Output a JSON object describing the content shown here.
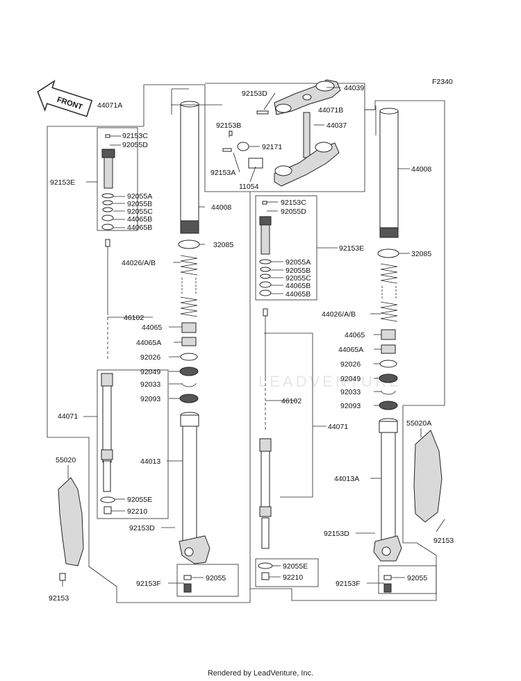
{
  "figure_code": "F2340",
  "front_arrow": "FRONT",
  "watermark": "LEADVENTURE",
  "footer": "Rendered by LeadVenture, Inc.",
  "labels": {
    "l44071A": "44071A",
    "l44071B": "44071B",
    "l92153C_a": "92153C",
    "l92055D_a": "92055D",
    "l92153E_a": "92153E",
    "l92055A_a": "92055A",
    "l92055B_a": "92055B",
    "l92055C_a": "92055C",
    "l44065B_a1": "44065B",
    "l44065B_a2": "44065B",
    "l44008_a": "44008",
    "l32085_a": "32085",
    "l44026_a": "44026/A/B",
    "l46102_a": "46102",
    "l44065_a": "44065",
    "l44065A_a": "44065A",
    "l92026_a": "92026",
    "l92049_a": "92049",
    "l92033_a": "92033",
    "l92093_a": "92093",
    "l44071_a": "44071",
    "l44013": "44013",
    "l55020": "55020",
    "l92055E_a": "92055E",
    "l92210_a": "92210",
    "l92153D_a": "92153D",
    "l92153F_a": "92153F",
    "l92055_a": "92055",
    "l92153_a": "92153",
    "l92153D_top": "92153D",
    "l44039": "44039",
    "l44037": "44037",
    "l92153B": "92153B",
    "l92171": "92171",
    "l92153A": "92153A",
    "l11054": "11054",
    "l92153C_b": "92153C",
    "l92055D_b": "92055D",
    "l92153E_b": "92153E",
    "l92055A_b": "92055A",
    "l92055B_b": "92055B",
    "l92055C_b": "92055C",
    "l44065B_b1": "44065B",
    "l44065B_b2": "44065B",
    "l44008_b": "44008",
    "l32085_b": "32085",
    "l44026_b": "44026/A/B",
    "l44065_b": "44065",
    "l44065A_b": "44065A",
    "l92026_b": "92026",
    "l92049_b": "92049",
    "l92033_b": "92033",
    "l92093_b": "92093",
    "l46102_b": "46102",
    "l44071_b": "44071",
    "l55020A": "55020A",
    "l44013A": "44013A",
    "l92153D_b": "92153D",
    "l92153_b": "92153",
    "l92055E_b": "92055E",
    "l92210_b": "92210",
    "l92153F_b": "92153F",
    "l92055_b": "92055"
  }
}
